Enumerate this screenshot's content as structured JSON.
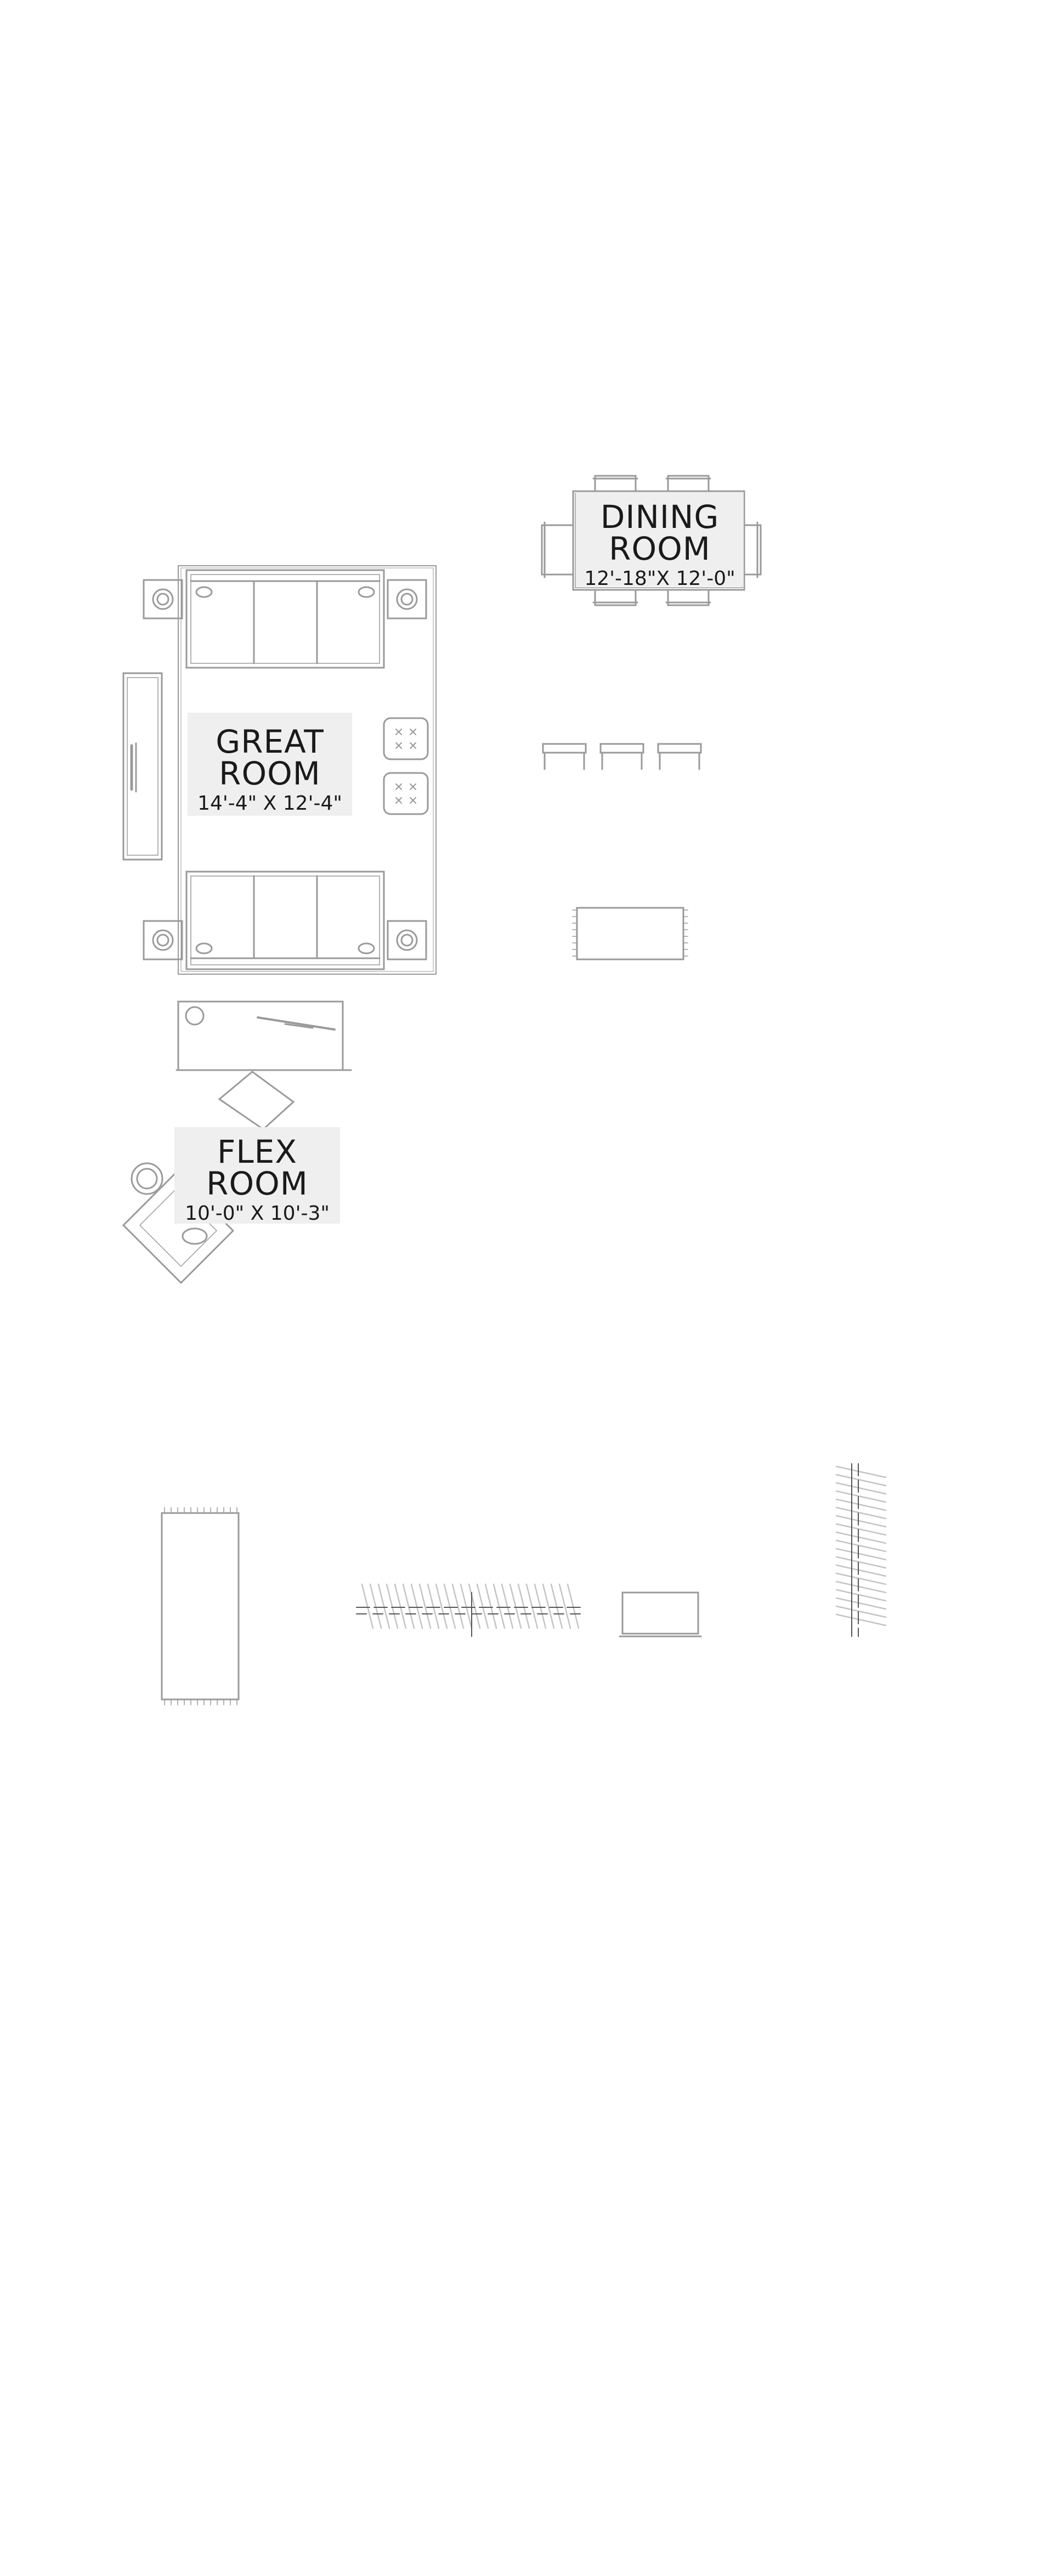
{
  "rooms": {
    "great": {
      "line1": "GREAT",
      "line2": "ROOM",
      "dims": "14'-4\" X 12'-4\""
    },
    "dining": {
      "line1": "DINING",
      "line2": "ROOM",
      "dims": "12'-18\"X 12'-0\""
    },
    "flex": {
      "line1": "FLEX",
      "line2": "ROOM",
      "dims": "10'-0\" X 10'-3\""
    }
  },
  "colors": {
    "line": "#9a9a9a",
    "label_bg": "#efefef",
    "label_text": "#1a1a1a"
  }
}
